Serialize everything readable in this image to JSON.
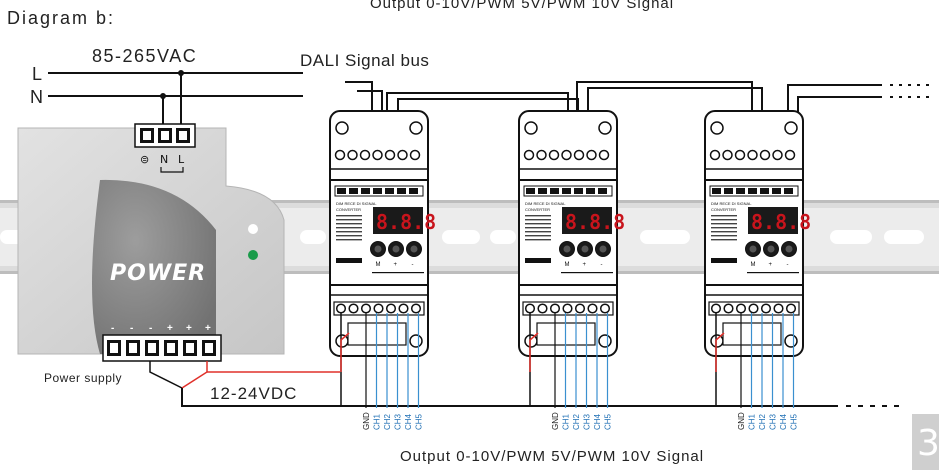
{
  "header": {
    "diagram_label": "Diagram b:",
    "top_output_label": "Output 0-10V/PWM 5V/PWM 10V Signal"
  },
  "mains": {
    "voltage_label": "85-265VAC",
    "line_label": "L",
    "neutral_label": "N",
    "dali_bus_label": "DALI Signal bus"
  },
  "power_supply": {
    "brand_text": "POWER",
    "caption": "Power supply",
    "input_terminal_labels": [
      "⊜",
      "N",
      "L"
    ],
    "output_polarity_labels": [
      "-",
      "-",
      "-",
      "+",
      "+",
      "+"
    ],
    "led_colors": [
      "#ffffff",
      "#1a9b4a"
    ]
  },
  "dc_bus": {
    "voltage_label": "12-24VDC"
  },
  "converters": {
    "display_text": "8.8.8",
    "title_lines": [
      "DIM RECE DI SIGNAL",
      "CONVERTER"
    ],
    "button_labels": [
      "M",
      "+",
      "-"
    ],
    "output_channels": [
      "GND",
      "CH1",
      "CH2",
      "CH3",
      "CH4",
      "CH5"
    ],
    "units": [
      "converter-1",
      "converter-2",
      "converter-3"
    ]
  },
  "footer": {
    "bottom_output_label": "Output 0-10V/PWM 5V/PWM 10V Signal",
    "page_number": "3"
  },
  "colors": {
    "wire": "#111111",
    "dc_positive": "#e0302a",
    "channel_wire": "#3a90d0",
    "rail": "#d7d7d7",
    "psu_body": "#cfcfcf",
    "display_bg": "#1a1a1a",
    "display_digits": "#c8141c"
  }
}
